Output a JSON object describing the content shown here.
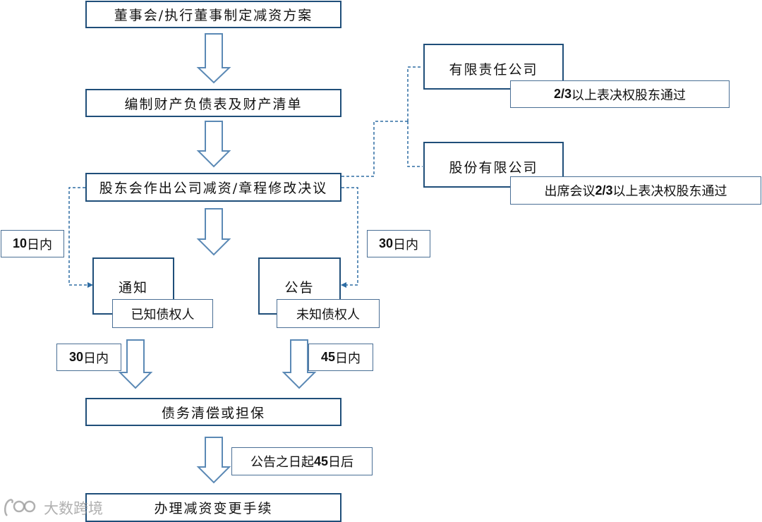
{
  "steps": {
    "plan": "董事会/执行董事制定减资方案",
    "balance_sheet": "编制财产负债表及财产清单",
    "resolution": "股东会作出公司减资/章程修改决议",
    "notify": "通知",
    "announce": "公告",
    "settle": "债务清偿或担保",
    "register": "办理减资变更手续"
  },
  "company_types": {
    "llc": {
      "label": "有限责任公司",
      "rule_num": "2/3",
      "rule_text": "以上表决权股东通过"
    },
    "joint_stock": {
      "label": "股份有限公司",
      "rule_prefix": "出席会议",
      "rule_num": "2/3",
      "rule_text": "以上表决权股东通过"
    }
  },
  "creditors": {
    "known": "已知债权人",
    "unknown": "未知债权人"
  },
  "deadlines": {
    "notify": {
      "num": "10",
      "unit": "日内"
    },
    "announce": {
      "num": "30",
      "unit": "日内"
    },
    "known_claim": {
      "num": "30",
      "unit": "日内"
    },
    "unknown_claim": {
      "num": "45",
      "unit": "日内"
    },
    "after_announce": {
      "prefix": "公告之日起",
      "num": "45",
      "unit": "日后"
    }
  },
  "watermark": "大数跨境",
  "colors": {
    "box_border": "#1f4e79",
    "arrow_stroke": "#5b89b5",
    "connector": "#2e6da4"
  }
}
